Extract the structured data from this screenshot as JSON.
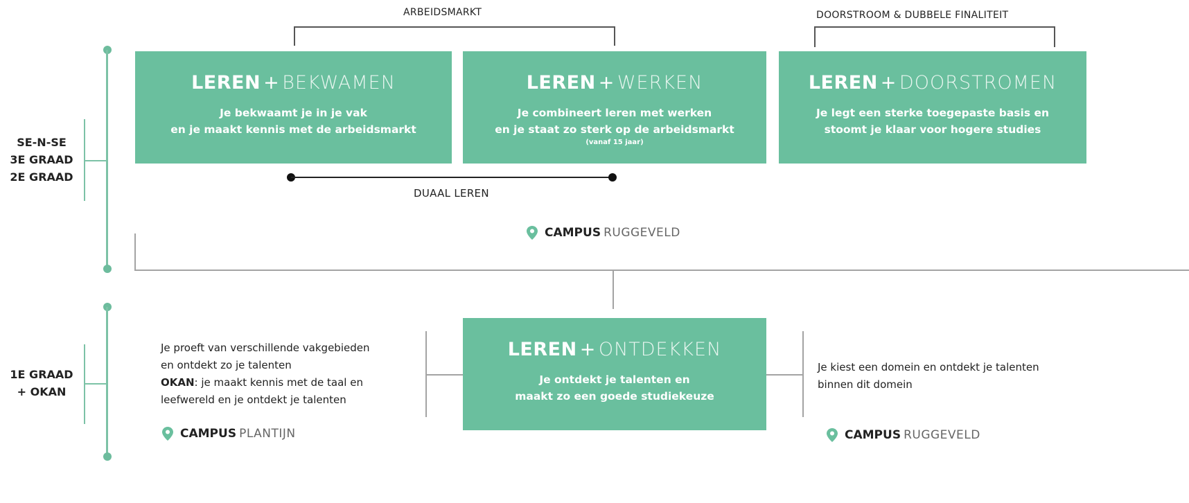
{
  "groups": {
    "arbeidsmarkt": "ARBEIDSMARKT",
    "doorstroom": "DOORSTROOM & DUBBELE FINALITEIT",
    "duaal": "DUAAL LEREN"
  },
  "levels": {
    "upper": [
      "SE-N-SE",
      "3E GRAAD",
      "2E GRAAD"
    ],
    "lower": [
      "1E GRAAD",
      "+ OKAN"
    ]
  },
  "boxes": {
    "bekwamen": {
      "lead": "LEREN",
      "plus": "+",
      "tail": "BEKWAMEN",
      "line1": "Je bekwaamt je in je vak",
      "line2": "en je maakt kennis met de arbeidsmarkt"
    },
    "werken": {
      "lead": "LEREN",
      "plus": "+",
      "tail": "WERKEN",
      "line1": "Je combineert leren met werken",
      "line2": "en je staat zo sterk op de arbeidsmarkt",
      "note": "(vanaf 15 jaar)"
    },
    "doorstromen": {
      "lead": "LEREN",
      "plus": "+",
      "tail": "DOORSTROMEN",
      "line1": "Je legt een sterke toegepaste basis en",
      "line2": "stoomt je klaar voor hogere studies"
    },
    "ontdekken": {
      "lead": "LEREN",
      "plus": "+",
      "tail": "ONTDEKKEN",
      "line1": "Je ontdekt je talenten en",
      "line2": "maakt zo een goede studiekeuze"
    }
  },
  "campuses": {
    "main": {
      "strong": "CAMPUS",
      "light": "RUGGEVELD"
    },
    "left": {
      "strong": "CAMPUS",
      "light": "PLANTIJN"
    },
    "right": {
      "strong": "CAMPUS",
      "light": "RUGGEVELD"
    }
  },
  "left_text": {
    "line1": "Je proeft van verschillende vakgebieden",
    "line2": "en ontdekt zo je talenten",
    "okan_label": "OKAN",
    "line3_rest": ": je maakt kennis met de taal en",
    "line4": "leefwereld en je ontdekt je talenten"
  },
  "right_text": {
    "line1": "Je kiest een domein en ontdekt je talenten",
    "line2": "binnen dit domein"
  },
  "colors": {
    "box": "#6abf9e",
    "accent_line": "#7cc2a6",
    "pin": "#6abf9e"
  }
}
